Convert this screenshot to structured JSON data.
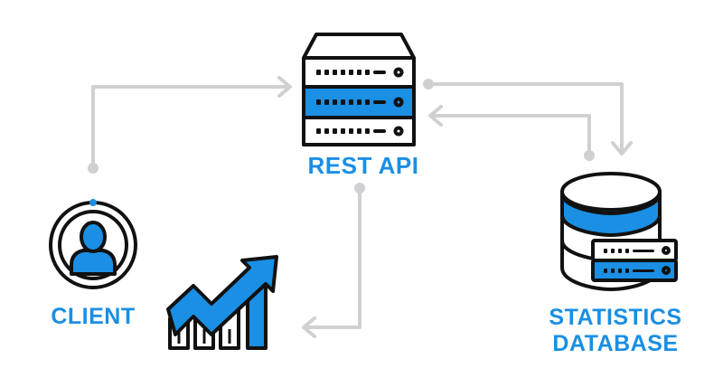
{
  "colors": {
    "accent": "#1a8fe3",
    "outline": "#111111",
    "connector": "#cfd0d2",
    "background": "#ffffff"
  },
  "nodes": {
    "rest_api": {
      "label": "REST API",
      "icon": "server-rack-icon"
    },
    "client": {
      "label": "CLIENT",
      "icon": "user-avatar-icon"
    },
    "statistics_database": {
      "line1": "STATISTICS",
      "line2": "DATABASE",
      "icon": "database-icon"
    },
    "statistics_chart": {
      "icon": "growth-chart-icon"
    }
  }
}
